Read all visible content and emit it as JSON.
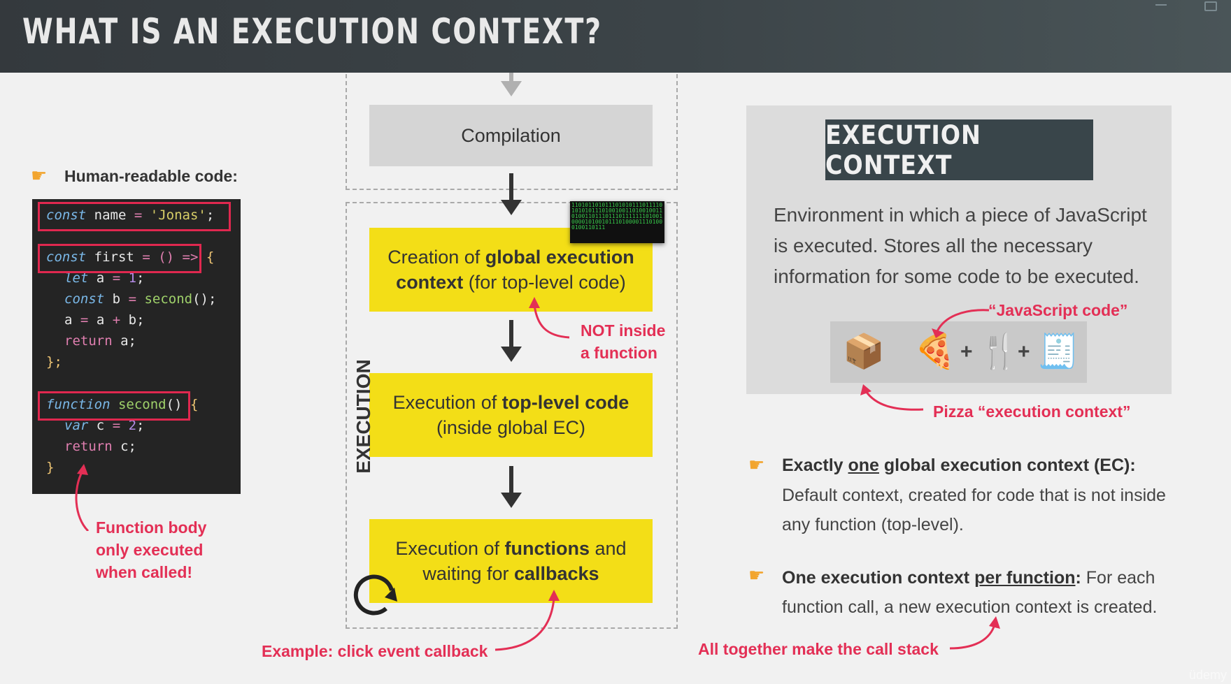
{
  "header": {
    "title": "WHAT IS AN EXECUTION CONTEXT?"
  },
  "left": {
    "heading": "Human-readable code:",
    "code_lines": {
      "l1": {
        "kw": "const",
        "name": "name",
        "op": "=",
        "str": "'Jonas'",
        "end": ";"
      },
      "l2": {
        "kw": "const",
        "name": "first",
        "op": "= () =>",
        "brace": "{"
      },
      "l3": {
        "kw": "let",
        "rest": "a",
        "op": "=",
        "num": "1",
        "end": ";"
      },
      "l4": {
        "kw": "const",
        "rest": "b",
        "op": "=",
        "fn": "second",
        "paren": "()",
        "end": ";"
      },
      "l5": {
        "text": "a",
        "op": "=",
        "text2": "a",
        "op2": "+",
        "text3": "b;"
      },
      "l6": {
        "kw": "return",
        "rest": "a;"
      },
      "l7": {
        "text": "};"
      },
      "l8": {
        "kw": "function",
        "fn": "second",
        "paren": "()",
        "brace": "{"
      },
      "l9": {
        "kw": "var",
        "rest": "c",
        "op": "=",
        "num": "2",
        "end": ";"
      },
      "l10": {
        "kw": "return",
        "rest": "c;"
      },
      "l11": {
        "text": "}"
      }
    },
    "note_lines": [
      "Function body",
      "only executed",
      "when called!"
    ]
  },
  "center": {
    "compilation": "Compilation",
    "creation_pre": "Creation of ",
    "creation_bold": "global execution",
    "creation_bold2": "context",
    "creation_post": " (for top-level code)",
    "not_inside_lines": [
      "NOT inside",
      "a function"
    ],
    "exec_top_pre": "Execution of ",
    "exec_top_bold": "top-level code",
    "exec_top_line2": "(inside global EC)",
    "exec_fn_pre": "Execution of ",
    "exec_fn_bold": "functions",
    "exec_fn_post": " and",
    "exec_fn_line2_pre": "waiting for ",
    "exec_fn_line2_bold": "callbacks",
    "side_label": "EXECUTION",
    "binary": "1101011010111010101110111101010101110100100110100100110100110111011101111111010010000101001011101000011101000100110111",
    "callback_note": "Example: click event callback"
  },
  "right": {
    "ec_title": "EXECUTION CONTEXT",
    "ec_desc": "Environment in which a piece of JavaScript is executed. Stores all the necessary information for some code to be executed.",
    "js_code_note": "“JavaScript code”",
    "pizza_note": "Pizza “execution context”",
    "plus": "+",
    "icons": [
      "box-icon",
      "pizza-icon",
      "cutlery-icon",
      "receipt-icon"
    ],
    "bullet1_pre": "Exactly ",
    "bullet1_u": "one",
    "bullet1_post": " global execution context (EC):",
    "bullet1_text": "Default context, created for code that is not inside any function (top-level).",
    "bullet2_pre": "One execution context ",
    "bullet2_u": "per function",
    "bullet2_post": ":",
    "bullet2_text_a": " For each",
    "bullet2_text_b": "function call, a new execution context is created.",
    "callstack_note": "All together make the call stack"
  },
  "watermark": "üdemy",
  "colors": {
    "accent_red": "#e32f55",
    "yellow": "#f3de17",
    "header": "#3a4347",
    "code_bg": "#242424"
  }
}
